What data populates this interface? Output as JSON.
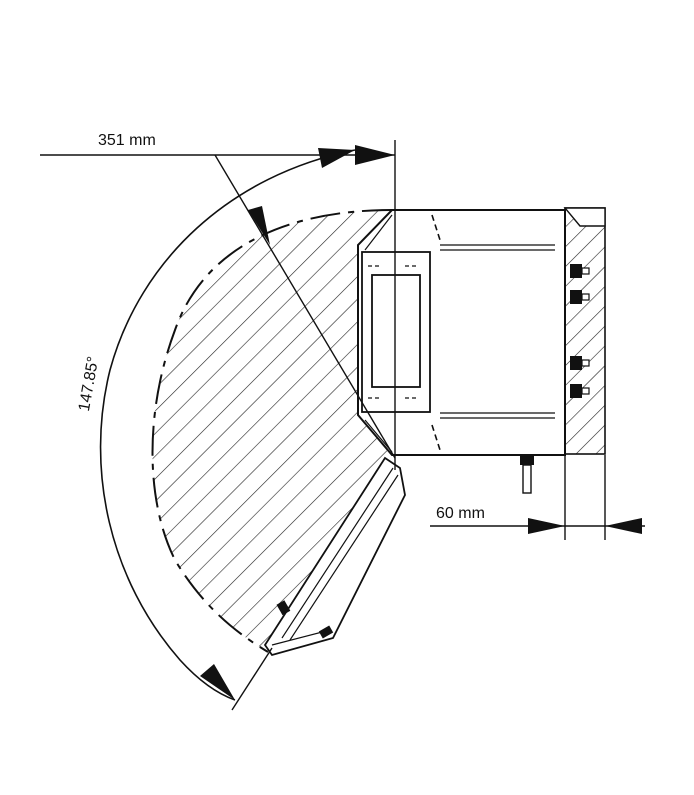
{
  "dimensions": {
    "depth": "351 mm",
    "clearance": "60 mm",
    "angle": "147.85°"
  },
  "colors": {
    "ink": "#111111",
    "paper": "#ffffff"
  }
}
